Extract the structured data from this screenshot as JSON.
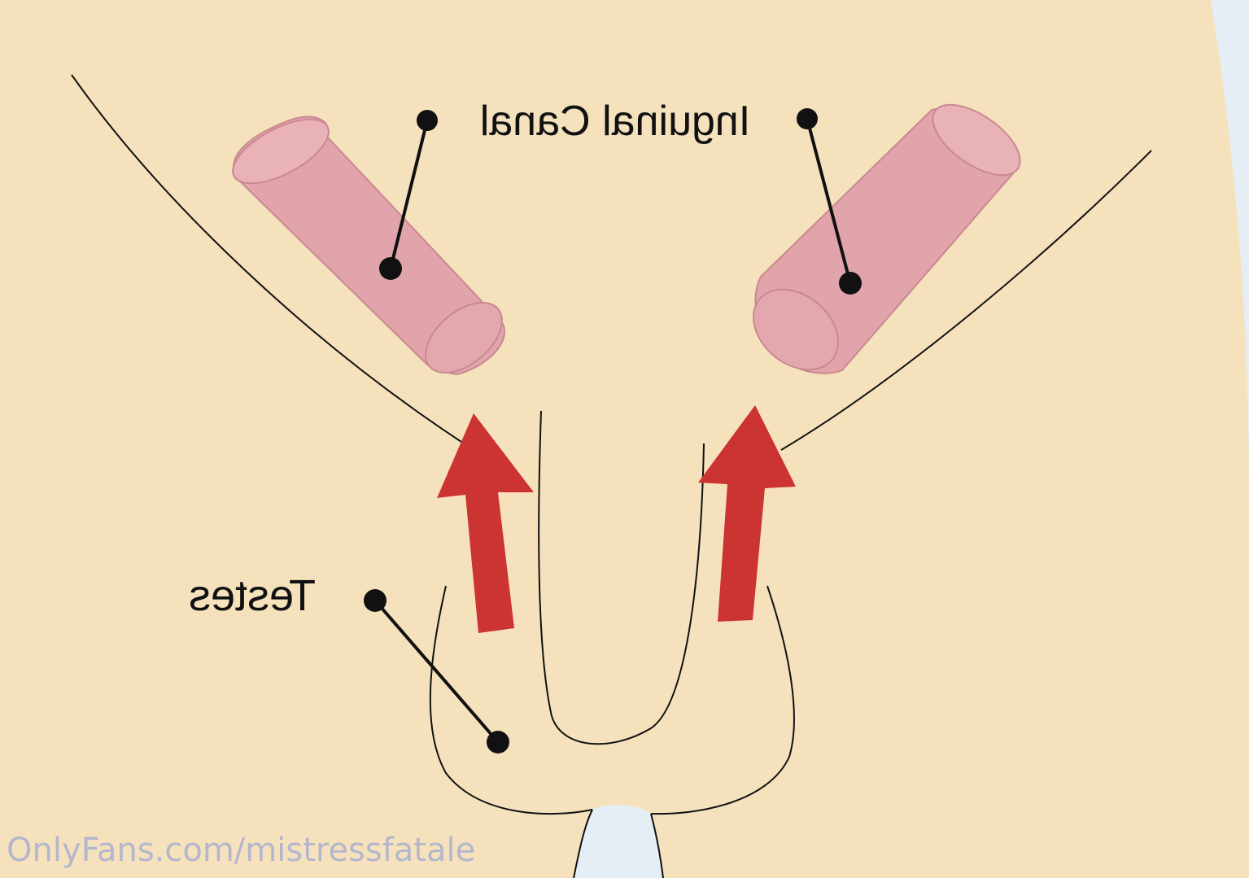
{
  "labels": {
    "inguinal_canal": "Inguinal Canal",
    "testes": "Testes"
  },
  "watermark": "OnlyFans.com/mistressfatale",
  "colors": {
    "background": "#e4eef4",
    "skin": "#f5e2bd",
    "canal_fill": "#e0a4aa",
    "canal_stroke": "#c98891",
    "arrow": "#cc3333",
    "line": "#111111",
    "watermark": "#b4b6cc"
  }
}
